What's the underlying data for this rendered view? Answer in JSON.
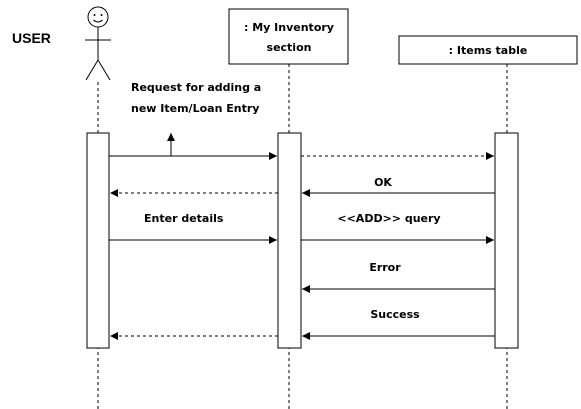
{
  "actor": {
    "label": "USER"
  },
  "participants": [
    {
      "id": "inventory",
      "label_lines": [
        ": My Inventory",
        "section"
      ]
    },
    {
      "id": "items",
      "label_lines": [
        ": Items table"
      ]
    }
  ],
  "messages": [
    {
      "id": "m1",
      "label_lines": [
        "Request for adding a",
        "new Item/Loan Entry"
      ],
      "from": "user",
      "to": "inventory",
      "style": "solid"
    },
    {
      "id": "m2",
      "label_lines": [],
      "from": "inventory",
      "to": "items",
      "style": "dashed"
    },
    {
      "id": "m3",
      "label_lines": [
        "OK"
      ],
      "from": "items",
      "to": "inventory",
      "style": "solid"
    },
    {
      "id": "m4",
      "label_lines": [],
      "from": "inventory",
      "to": "user",
      "style": "dashed"
    },
    {
      "id": "m5",
      "label_lines": [
        "Enter details"
      ],
      "from": "user",
      "to": "inventory",
      "style": "solid"
    },
    {
      "id": "m6",
      "label_lines": [
        "<<ADD>> query"
      ],
      "from": "inventory",
      "to": "items",
      "style": "solid"
    },
    {
      "id": "m7",
      "label_lines": [
        "Error"
      ],
      "from": "items",
      "to": "inventory",
      "style": "solid"
    },
    {
      "id": "m8",
      "label_lines": [
        "Success"
      ],
      "from": "items",
      "to": "inventory",
      "style": "solid"
    },
    {
      "id": "m9",
      "label_lines": [],
      "from": "inventory",
      "to": "user",
      "style": "dashed"
    }
  ]
}
